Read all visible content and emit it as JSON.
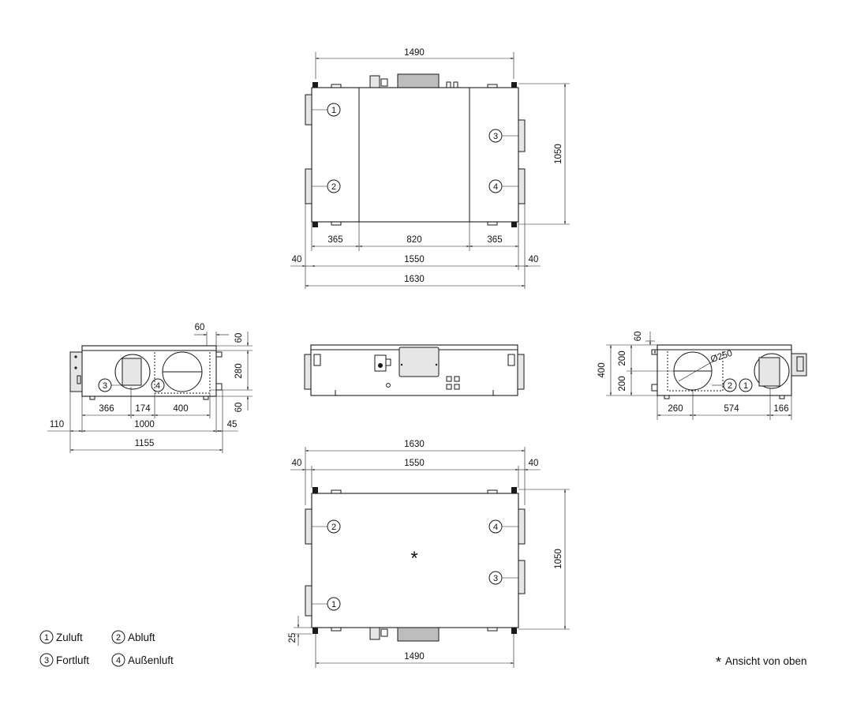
{
  "top_view": {
    "width_top": "1490",
    "height_right": "1050",
    "seg_left": "365",
    "seg_mid": "820",
    "seg_right": "365",
    "off_left": "40",
    "inner_width": "1550",
    "off_right": "40",
    "total_width": "1630",
    "markers": {
      "m1": "1",
      "m2": "2",
      "m3": "3",
      "m4": "4"
    }
  },
  "left_view": {
    "top_small": "60",
    "right_top": "60",
    "right_mid": "280",
    "right_bot": "60",
    "seg_a": "366",
    "seg_b": "174",
    "seg_c": "400",
    "left_off": "110",
    "inner": "1000",
    "right_off": "45",
    "total": "1155",
    "markers": {
      "m3": "3",
      "m4": "4"
    }
  },
  "right_view": {
    "top_small": "60",
    "h_upper": "200",
    "h_lower": "200",
    "h_total": "400",
    "diameter": "Ø250",
    "seg_a": "260",
    "seg_b": "574",
    "seg_c": "166",
    "markers": {
      "m2": "2",
      "m1": "1"
    }
  },
  "bottom_view": {
    "total_width": "1630",
    "off_left": "40",
    "inner_width": "1550",
    "off_right": "40",
    "height_right": "1050",
    "small_left": "25",
    "width_bottom": "1490",
    "star": "*",
    "markers": {
      "m1": "1",
      "m2": "2",
      "m3": "3",
      "m4": "4"
    }
  },
  "legend": {
    "items": [
      {
        "num": "1",
        "label": "Zuluft"
      },
      {
        "num": "2",
        "label": "Abluft"
      },
      {
        "num": "3",
        "label": "Fortluft"
      },
      {
        "num": "4",
        "label": "Außenluft"
      }
    ],
    "note_star": "*",
    "note": "Ansicht von oben"
  }
}
